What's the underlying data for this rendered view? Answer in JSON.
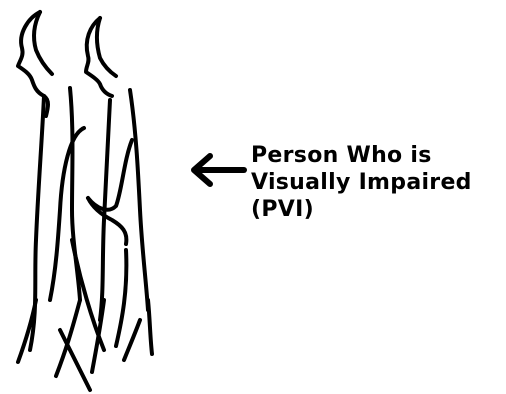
{
  "caption": {
    "line1": "Person Who is",
    "line2": "Visually Impaired",
    "line3": "(PVI)"
  },
  "icons": {
    "arrow": "left-arrow-icon"
  },
  "colors": {
    "ink": "#000000",
    "background": "#ffffff"
  }
}
